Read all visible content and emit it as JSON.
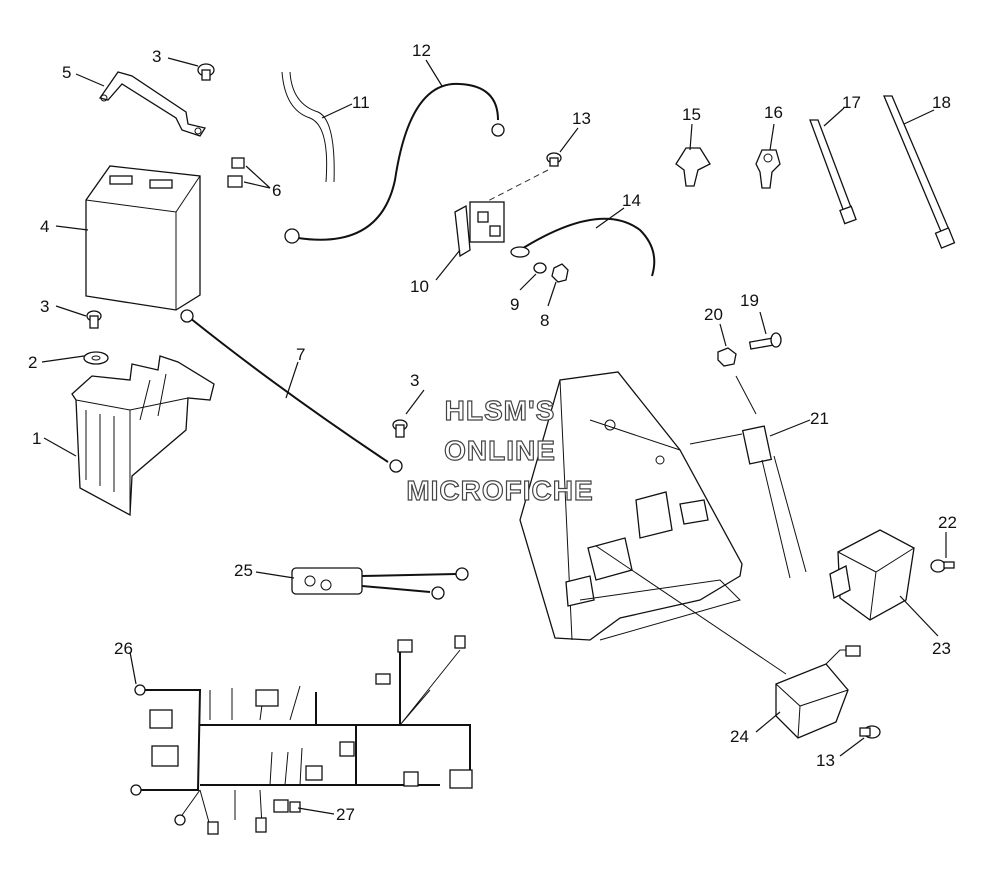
{
  "watermark": {
    "line1": "HLSM'S",
    "line2": "ONLINE",
    "line3": "MICROFICHE"
  },
  "callouts": {
    "c1": "1",
    "c2": "2",
    "c3a": "3",
    "c3b": "3",
    "c3c": "3",
    "c4": "4",
    "c5": "5",
    "c6": "6",
    "c7": "7",
    "c8": "8",
    "c9": "9",
    "c10": "10",
    "c11": "11",
    "c12": "12",
    "c13a": "13",
    "c13b": "13",
    "c14": "14",
    "c15": "15",
    "c16": "16",
    "c17": "17",
    "c18": "18",
    "c19": "19",
    "c20": "20",
    "c21": "21",
    "c22": "22",
    "c23": "23",
    "c24": "24",
    "c25": "25",
    "c26": "26",
    "c27": "27"
  }
}
